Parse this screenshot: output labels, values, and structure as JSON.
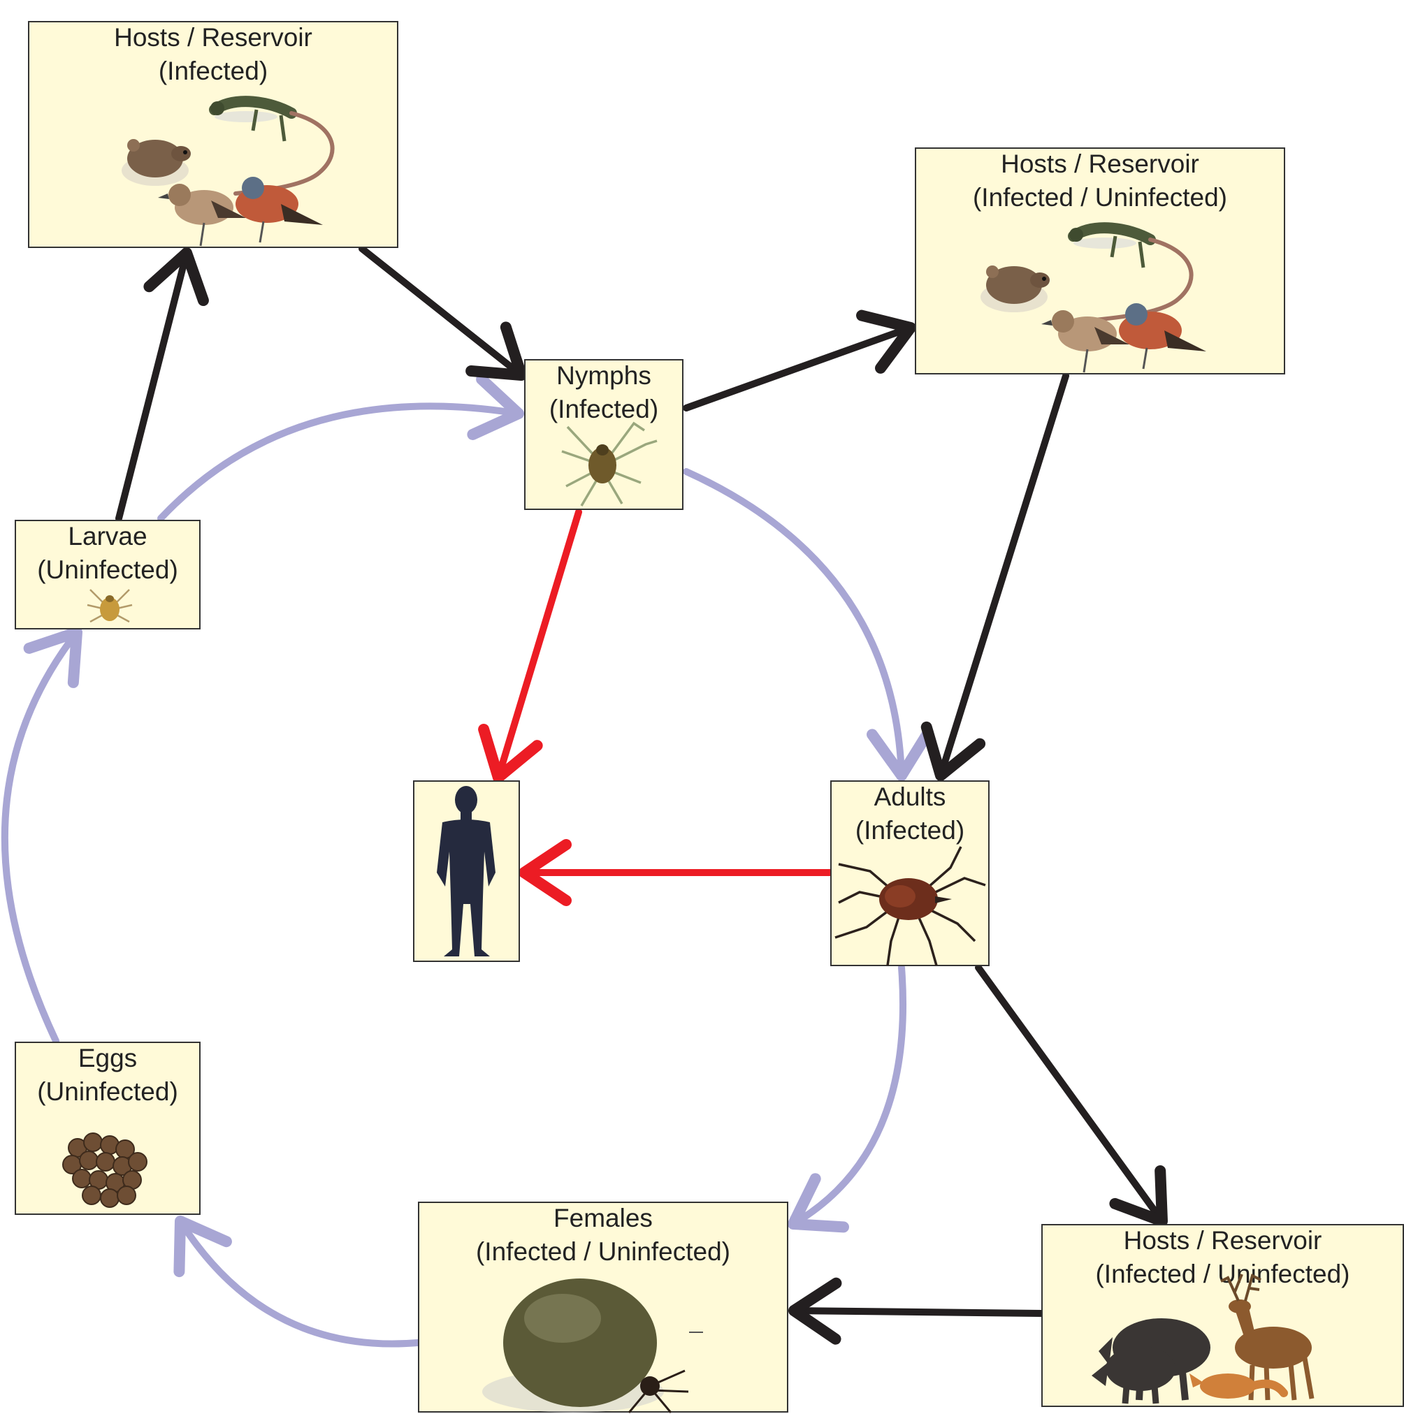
{
  "colors": {
    "box_fill": "#fffad8",
    "box_border": "#333333",
    "arrow_host": "#231f20",
    "arrow_human": "#ec1c24",
    "arrow_lifecycle": "#a8a6d4"
  },
  "nodes": {
    "hosts_infected": {
      "line1": "Hosts / Reservoir",
      "line2": "(Infected)",
      "icons": [
        "mouse-icon",
        "lizard-icon",
        "bird-icon"
      ]
    },
    "hosts_small_mixed": {
      "line1": "Hosts / Reservoir",
      "line2": "(Infected / Uninfected)",
      "icons": [
        "mouse-icon",
        "lizard-icon",
        "bird-icon"
      ]
    },
    "nymphs": {
      "line1": "Nymphs",
      "line2": "(Infected)",
      "icons": [
        "tick-icon"
      ]
    },
    "larvae": {
      "line1": "Larvae",
      "line2": "(Uninfected)",
      "icons": [
        "tick-icon"
      ]
    },
    "human": {
      "icons": [
        "human-silhouette-icon"
      ]
    },
    "adults": {
      "line1": "Adults",
      "line2": "(Infected)",
      "icons": [
        "tick-icon"
      ]
    },
    "eggs": {
      "line1": "Eggs",
      "line2": "(Uninfected)",
      "icons": [
        "eggs-icon"
      ]
    },
    "females": {
      "line1": "Females",
      "line2": "(Infected / Uninfected)",
      "icons": [
        "engorged-tick-icon"
      ]
    },
    "hosts_large_mixed": {
      "line1": "Hosts / Reservoir",
      "line2": "(Infected / Uninfected)",
      "icons": [
        "boar-icon",
        "deer-icon",
        "fox-icon"
      ]
    }
  },
  "edges": [
    {
      "from": "hosts_infected",
      "to": "nymphs",
      "kind": "host"
    },
    {
      "from": "larvae",
      "to": "hosts_infected",
      "kind": "host"
    },
    {
      "from": "nymphs",
      "to": "hosts_small_mixed",
      "kind": "host"
    },
    {
      "from": "hosts_small_mixed",
      "to": "adults",
      "kind": "host"
    },
    {
      "from": "adults",
      "to": "hosts_large_mixed",
      "kind": "host"
    },
    {
      "from": "hosts_large_mixed",
      "to": "females",
      "kind": "host"
    },
    {
      "from": "nymphs",
      "to": "human",
      "kind": "human"
    },
    {
      "from": "adults",
      "to": "human",
      "kind": "human"
    },
    {
      "from": "larvae",
      "to": "nymphs",
      "kind": "lifecycle"
    },
    {
      "from": "nymphs",
      "to": "adults",
      "kind": "lifecycle"
    },
    {
      "from": "adults",
      "to": "females",
      "kind": "lifecycle"
    },
    {
      "from": "females",
      "to": "eggs",
      "kind": "lifecycle"
    },
    {
      "from": "eggs",
      "to": "larvae",
      "kind": "lifecycle"
    }
  ]
}
